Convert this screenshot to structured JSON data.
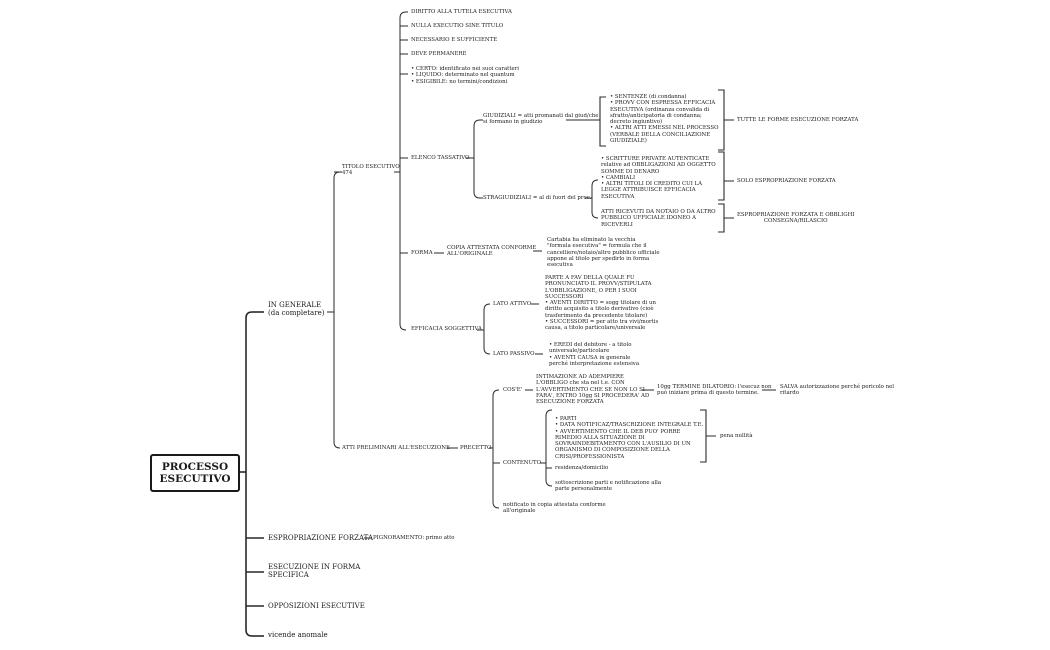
{
  "root": {
    "line1": "PROCESSO",
    "line2": "ESECUTIVO"
  },
  "main": {
    "in_generale": {
      "line1": "IN GENERALE",
      "line2": "(da completare)"
    },
    "espropriazione": "ESPROPRIAZIONE FORZATA",
    "pignoramento": "PIGNORAMENTO: primo atto",
    "esecuzione_specifica": {
      "line1": "ESECUZIONE IN FORMA",
      "line2": "SPECIFICA"
    },
    "opposizioni": "OPPOSIZIONI ESECUTIVE",
    "vicende": "vicende anomale"
  },
  "titolo": {
    "label": {
      "line1": "TITOLO ESECUTIVO",
      "line2": "474"
    },
    "principles": [
      "DIRITTO ALLA TUTELA ESECUTIVA",
      "NULLA EXECUTIO SINE TITULO",
      "NECESSARIO E SUFFICIENTE",
      "DEVE PERMANERE"
    ],
    "requisites": [
      "• CERTO: identificato nei suoi caratteri",
      "• LIQUIDO: determinato nel quantum",
      "• ESIGIBILE: no termini/condizioni"
    ],
    "elenco_tassativo": "ELENCO TASSATIVO",
    "giudiziali": {
      "line1": "GIUDIZIALI = atti promanati dal giud/che",
      "line2": "si formano in giudizio"
    },
    "giudiziali_list": [
      "• SENTENZE (di condanna)",
      "• PROVV CON ESPRESSA EFFICACIA",
      "ESECUTIVA (ordinanza convalida di",
      "sfratto/anticipatoria di condanna;",
      "decreto ingiuntivo)",
      "• ALTRI ATTI EMESSI NEL PROCESSO",
      "(VERBALE DELLA CONCILIAZIONE",
      "GIUDIZIALE)"
    ],
    "tutte_forme": "TUTTE LE FORME ESECUZIONE FORZATA",
    "stragiudiziali": "STRAGIUDIZIALI = al di fuori del proc.",
    "stragiudiziali_list": [
      "• SCRITTURE PRIVATE AUTENTICATE",
      "relative ad OBBLIGAZIONI AD OGGETTO",
      "SOMME DI DENARO",
      "• CAMBIALI",
      "• ALTRI TITOLI DI CREDITO CUI LA",
      "LEGGE ATTRIBUISCE EFFICACIA",
      "ESECUTIVA"
    ],
    "solo_espropriazione": "SOLO ESPROPRIAZIONE FORZATA",
    "atti_notaio": [
      "ATTI RICEVUTI DA NOTAIO O DA ALTRO",
      "PUBBLICO UFFICIALE IDONEO A",
      "RICEVERLI"
    ],
    "espr_obblighi": {
      "line1": "ESPROPRIAZIONE FORZATA E OBBLIGHI",
      "line2": "CONSEGNA/RILASCIO"
    },
    "forma": "FORMA",
    "copia": {
      "line1": "COPIA ATTESTATA CONFORME",
      "line2": "ALL'ORIGINALE"
    },
    "cartabia": [
      "Cartabia ha eliminato la vecchia",
      "\"formula esecutiva\" = formula che il",
      "cancelliere/notaio/altro pubblico ufficiale",
      "appone al titolo per spedirlo in forma",
      "esecutiva"
    ],
    "efficacia": "EFFICACIA SOGGETTIVA",
    "lato_attivo": "LATO ATTIVO",
    "lato_attivo_list": [
      "PARTE A FAV DELLA QUALE FU",
      "PRONUNCIATO IL PROVV/STIPULATA",
      "L'OBBLIGAZIONE, O PER I SUOI",
      "SUCCESSORI",
      "• AVENTI DIRITTO = sogg titolare di un",
      "diritto acquisito a titolo derivativo (cioè",
      "trasferimento da precedente titolare)",
      "• SUCCESSORI = per atto tra vivi/mortis",
      "causa, a titolo particolare/universale"
    ],
    "lato_passivo": "LATO PASSIVO",
    "lato_passivo_list": [
      "• EREDI del debitore - a titolo",
      "universale/particolare",
      "• AVENTI CAUSA in generale",
      "perché interpretazione estensiva"
    ]
  },
  "atti": {
    "label": "ATTI PRELIMINARI ALL'ESECUZIONE",
    "precetto": "PRECETTO",
    "cose": "COS'E'",
    "cose_text": [
      "INTIMAZIONE AD ADEMPIERE",
      "L'OBBLIGO che sta nel t.e. CON",
      "L'AVVERTIMENTO CHE SE NON LO SI",
      "FARA', ENTRO 10gg SI PROCEDERA' AD",
      "ESECUZIONE FORZATA"
    ],
    "termine": {
      "line1": "10gg TERMINE DILATORIO: l'esecuz non",
      "line2": "può iniziare prima di questo termine."
    },
    "salva": {
      "line1": "SALVA autorizzazione perché pericolo nel",
      "line2": "ritardo"
    },
    "contenuto": "CONTENUTO",
    "contenuto_list": [
      "• PARTI",
      "• DATA NOTIFICAZ/TRASCRIZIONE INTEGRALE T.E.",
      "• AVVERTIMENTO CHE IL DEB PUO' PORRE",
      "RIMEDIO ALLA SITUAZIONE DI",
      "SOVRAINDEBITAMENTO CON L'AUSILIO DI UN",
      "ORGANISMO DI COMPOSIZIONE DELLA",
      "CRISI/PROFESSIONISTA"
    ],
    "pena": "pena nullità",
    "residenza": "residenza/domicilio",
    "sottoscrizione": {
      "line1": "sottoscrizione parti e notificazione alla",
      "line2": "parte personalmente"
    },
    "notificato": {
      "line1": "notificato in copia attestata conforme",
      "line2": "all'originale"
    }
  }
}
